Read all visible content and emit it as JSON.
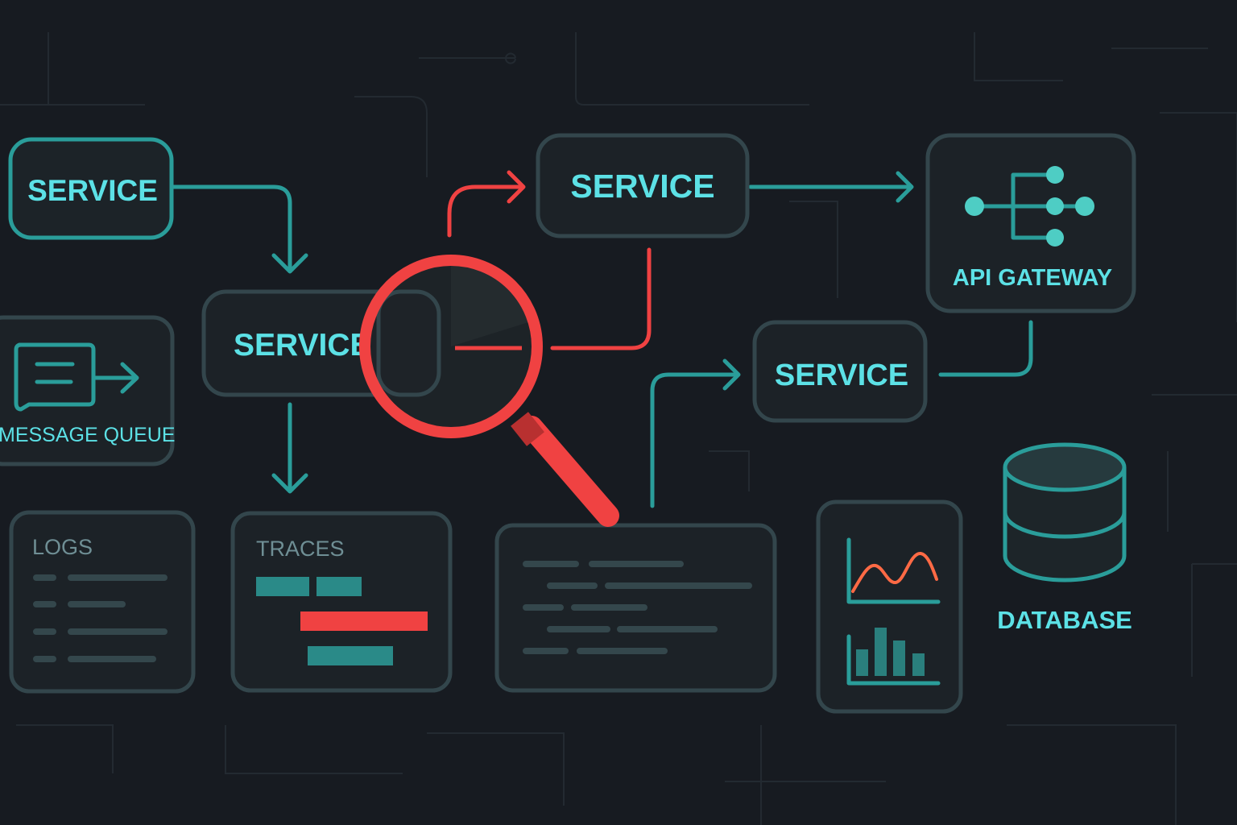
{
  "colors": {
    "background": "#171b21",
    "accent": "#2a9d9a",
    "label": "#5ce1e6",
    "highlight": "#f04242",
    "chart_line": "#ff6a45"
  },
  "nodes": {
    "service_1": "SERVICE",
    "service_2": "SERVICE",
    "service_3": "SERVICE",
    "service_4": "SERVICE",
    "api_gateway": "API GATEWAY",
    "message_queue": "MESSAGE QUEUE",
    "logs": "LOGS",
    "traces": "TRACES",
    "database": "DATABASE"
  },
  "icons": [
    "magnifying-glass-icon",
    "message-icon",
    "network-tree-icon",
    "database-icon",
    "line-chart-icon",
    "bar-chart-icon",
    "arrow-icon"
  ]
}
